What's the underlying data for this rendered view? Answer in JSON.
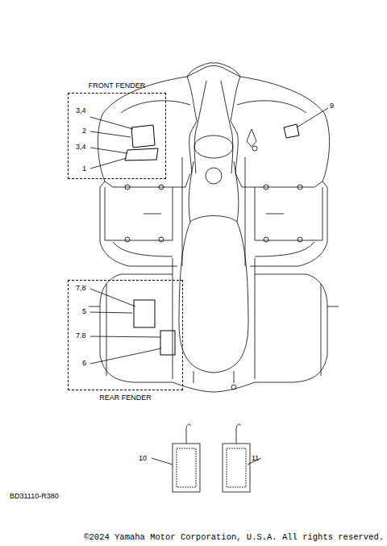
{
  "diagram": {
    "nodes": [
      {
        "text": [
          "FRONT FENDER"
        ]
      },
      {
        "text": [
          "REAR FENDER"
        ]
      }
    ],
    "labels": [
      "3,4",
      "2",
      "3,4",
      "1",
      "9",
      "7,8",
      "5",
      "7.8",
      "6",
      "10",
      "11",
      "BD31110-R380",
      "©2024 Yamaha Motor Corporation, U.S.A. All rights reserved."
    ]
  }
}
